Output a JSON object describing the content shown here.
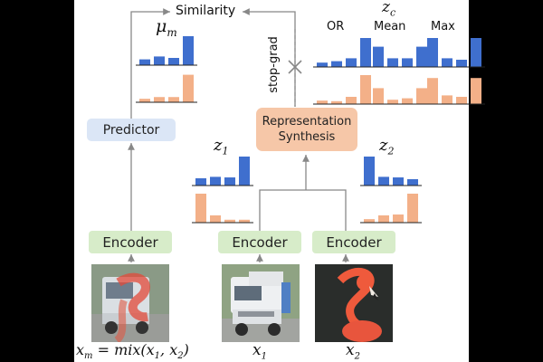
{
  "labels": {
    "similarity": "Similarity",
    "mu_m": "μ",
    "mu_sub": "m",
    "z_c": "z",
    "z_c_sub": "c",
    "or": "OR",
    "mean": "Mean",
    "max": "Max",
    "stop_grad": "stop-grad",
    "predictor": "Predictor",
    "rep_line1": "Representation",
    "rep_line2": "Synthesis",
    "z1": "z",
    "z1_sub": "1",
    "z2": "z",
    "z2_sub": "2",
    "encoder": "Encoder",
    "xm": "x",
    "xm_sub": "m",
    "xm_eq": " = mix(x",
    "xm_s1": "1",
    "xm_comma": ", x",
    "xm_s2": "2",
    "xm_close": ")",
    "x1": "x",
    "x1_sub": "1",
    "x2": "x",
    "x2_sub": "2"
  },
  "colors": {
    "blue": "#3f6fce",
    "orange": "#f3b088",
    "encoder_fill": "#d7ecc9",
    "predictor_fill": "#dbe6f6",
    "synthesis_fill": "#f6c7a8",
    "arrow": "#888888"
  },
  "histograms": {
    "mu_m": {
      "blue": [
        0.2,
        0.3,
        0.25,
        1.0
      ],
      "orange": [
        0.12,
        0.18,
        0.18,
        0.95
      ]
    },
    "z1": {
      "blue": [
        0.25,
        0.3,
        0.28,
        1.0
      ],
      "orange": [
        1.0,
        0.25,
        0.1,
        0.1
      ]
    },
    "z2": {
      "blue": [
        1.0,
        0.3,
        0.28,
        0.22
      ],
      "orange": [
        0.12,
        0.25,
        0.28,
        1.0
      ]
    },
    "or": {
      "blue": [
        0.15,
        0.2,
        0.3,
        1.0
      ],
      "orange": [
        0.12,
        0.1,
        0.25,
        1.0
      ]
    },
    "mean": {
      "blue": [
        0.7,
        0.3,
        0.3,
        0.7
      ],
      "orange": [
        0.55,
        0.15,
        0.2,
        0.55
      ]
    },
    "max": {
      "blue": [
        1.0,
        0.3,
        0.25,
        1.0
      ],
      "orange": [
        0.9,
        0.3,
        0.25,
        0.9
      ]
    }
  }
}
